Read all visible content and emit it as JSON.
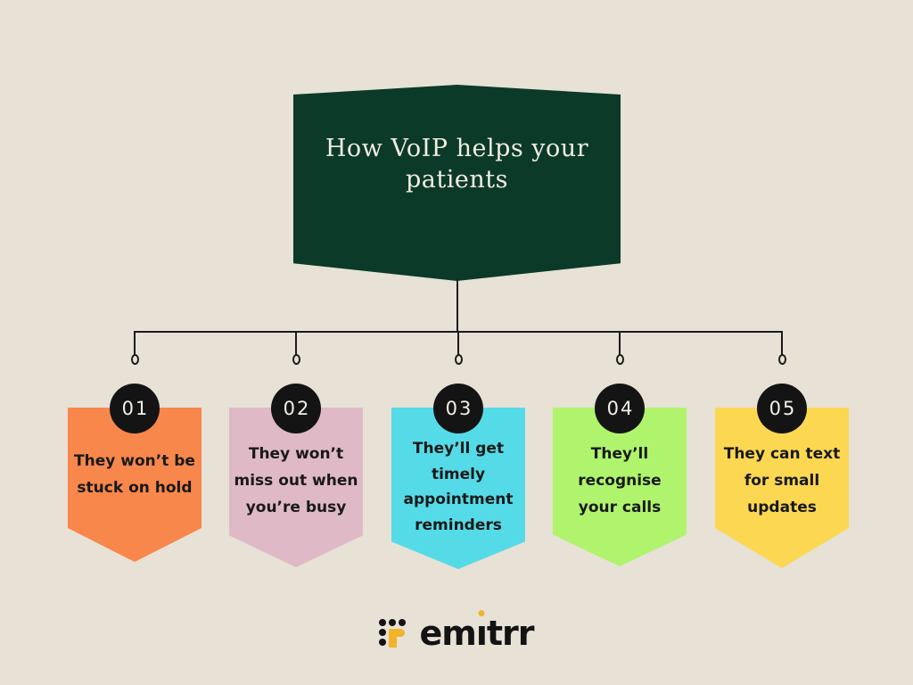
{
  "page": {
    "background": "#e7e1d6"
  },
  "header": {
    "title": "How VoIP helps your patients",
    "bg_color": "#0b3a28",
    "text_color": "#f1ede2"
  },
  "connector": {
    "line_color": "#1b1b1b",
    "terminal_shape": "open-ring"
  },
  "badge": {
    "bg_color": "#141414",
    "text_color": "#f2efe7"
  },
  "cards": [
    {
      "number": "01",
      "text": "They won’t be stuck on hold",
      "color": "#f8874b"
    },
    {
      "number": "02",
      "text": "They won’t miss out when you’re busy",
      "color": "#dfb9c6"
    },
    {
      "number": "03",
      "text": "They’ll get timely appointment reminders",
      "color": "#55dbe7"
    },
    {
      "number": "04",
      "text": "They’ll recognise your calls",
      "color": "#aff46c"
    },
    {
      "number": "05",
      "text": "They can text for small updates",
      "color": "#fcd751"
    }
  ],
  "logo": {
    "text": "emitrr",
    "word_pre": "em",
    "word_i": "ı",
    "word_post": "trr",
    "color": "#131313",
    "accent_color": "#f2b32b",
    "mark": "dot-grid-icon"
  }
}
